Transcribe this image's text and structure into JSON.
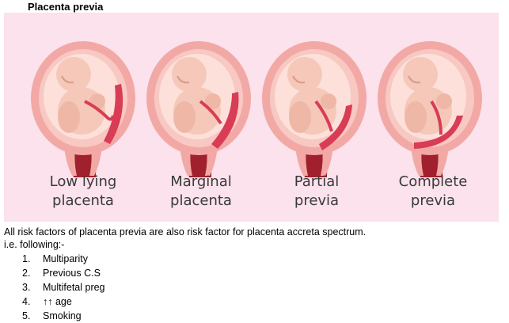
{
  "document": {
    "heading": "Placenta previa",
    "figure": {
      "panels": [
        {
          "line1": "Low lying",
          "line2": "placenta",
          "variant": "low-lying"
        },
        {
          "line1": "Marginal",
          "line2": "placenta",
          "variant": "marginal"
        },
        {
          "line1": "Partial",
          "line2": "previa",
          "variant": "partial"
        },
        {
          "line1": "Complete",
          "line2": "previa",
          "variant": "complete"
        }
      ],
      "colors": {
        "background": "#fbe2ec",
        "uterus_outer": "#f2a9a6",
        "uterus_inner": "#f8c8c3",
        "fluid": "#fde0da",
        "fetus": "#f5c8b9",
        "placenta": "#d93c55",
        "cervix": "#a0202e"
      }
    },
    "intro_line1": "All risk factors of placenta previa are also risk factor for placenta accreta spectrum.",
    "intro_line2": "i.e. following:-",
    "risk_factors": [
      {
        "num": "1.",
        "text": "Multiparity"
      },
      {
        "num": "2.",
        "text": "Previous C.S"
      },
      {
        "num": "3.",
        "text": "Multifetal preg"
      },
      {
        "num": "4.",
        "text": "↑↑ age"
      },
      {
        "num": "5.",
        "text": "Smoking"
      }
    ]
  }
}
